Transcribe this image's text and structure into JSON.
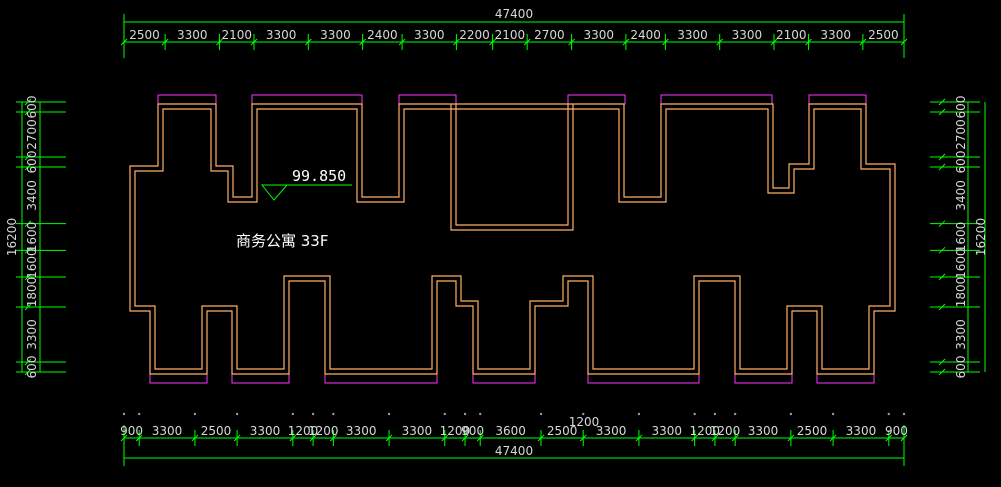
{
  "colors": {
    "background": "#000000",
    "dimension": "#00ff00",
    "dimension_text": "#d8d8d8",
    "wall": "#ffb060",
    "window": "#ff33ff",
    "text": "#ffffff"
  },
  "top_dims": {
    "total": "47400",
    "segments": [
      "2500",
      "3300",
      "2100",
      "3300",
      "3300",
      "2400",
      "3300",
      "2200",
      "2100",
      "2700",
      "3300",
      "2400",
      "3300",
      "3300",
      "2100",
      "3300",
      "2500"
    ]
  },
  "bottom_dims": {
    "total": "47400",
    "raised": "1200",
    "segments": [
      "900",
      "3300",
      "2500",
      "3300",
      "1200",
      "1200",
      "3300",
      "3300",
      "1200",
      "900",
      "3600",
      "2500",
      "3300",
      "3300",
      "1200",
      "1200",
      "3300",
      "2500",
      "3300",
      "900"
    ]
  },
  "left_dims": {
    "total": "16200",
    "segments": [
      "600",
      "2700",
      "600",
      "3400",
      "1600",
      "1600",
      "1800",
      "3300",
      "600"
    ]
  },
  "right_dims": {
    "total": "16200",
    "segments": [
      "600",
      "2700",
      "600",
      "3400",
      "1600",
      "1600",
      "1800",
      "3300",
      "600"
    ]
  },
  "plan": {
    "elevation": "99.850",
    "title": "商务公寓 33F"
  }
}
